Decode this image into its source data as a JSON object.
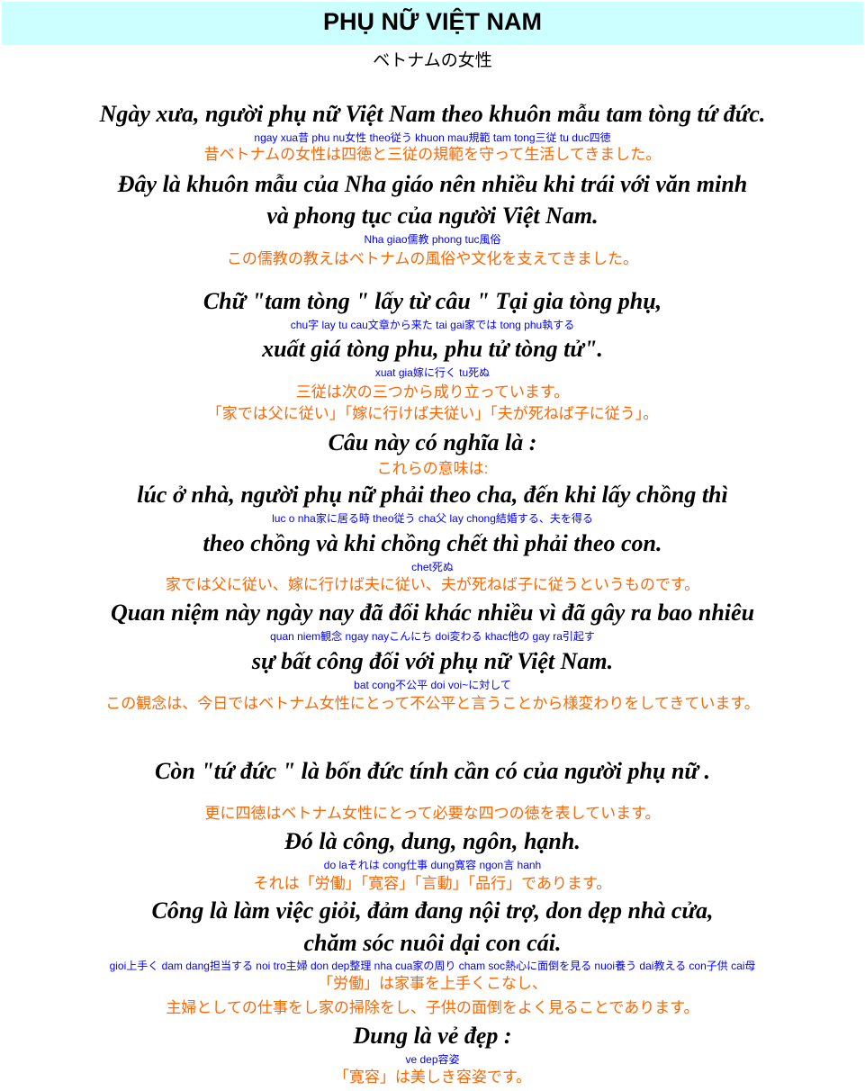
{
  "title": "PHỤ NỮ VIỆT NAM",
  "subtitle": "ベトナムの女性",
  "lines": [
    "Ngày xưa, người phụ nữ Việt Nam theo khuôn mẫu tam tòng tứ đức.",
    "ngay xua昔   phu nu女性   theo従う   khuon mau規範   tam tong三従   tu duc四徳",
    "昔ベトナムの女性は四徳と三従の規範を守って生活してきました。",
    "Đây là khuôn mẫu của Nha giáo nên nhiều khi trái với văn minh",
    "và phong tục của người Việt Nam.",
    "Nha giao儒教   phong tuc風俗",
    "この儒教の教えはベトナムの風俗や文化を支えてきました。",
    "Chữ \"tam tòng \" lấy từ câu \" Tại gia tòng phụ,",
    "chu字   lay tu cau文章から来た   tai gai家では   tong phu執する",
    "xuất giá tòng phu, phu tử tòng tử\".",
    "xuat gia嫁に行く   tu死ぬ",
    "三従は次の三つから成り立っています。",
    "「家では父に従い」「嫁に行けば夫従い」「夫が死ねば子に従う」。",
    "Câu này có nghĩa là :",
    "これらの意味は:",
    "lúc ở nhà, người phụ nữ phải theo cha, đến khi lấy chồng thì",
    "luc o nha家に居る時     theo従う   cha父   lay chong結婚する、夫を得る",
    "theo chồng và khi chồng chết thì phải theo con.",
    "chet死ぬ",
    "家では父に従い、嫁に行けば夫に従い、夫が死ねば子に従うというものです。",
    "Quan niệm này ngày nay đã đổi khác nhiều vì đã gây ra bao nhiêu",
    "quan niem観念   ngay nayこんにち   doi変わる   khac他の   gay ra引起す",
    "sự bất công đối với phụ nữ Việt Nam.",
    "bat cong不公平   doi voi~に対して",
    "この観念は、今日ではベトナム女性にとって不公平と言うことから様変わりをしてきています。",
    "Còn \"tứ đức \" là bốn đức tính cần có của người phụ nữ .",
    "更に四徳はベトナム女性にとって必要な四つの徳を表しています。",
    "Đó là công, dung, ngôn, hạnh.",
    "do laそれは   cong仕事   dung寛容   ngon言   hanh",
    "それは「労働」「寛容」「言動」「品行」であります。",
    "Công là làm việc giỏi, đảm đang nội trợ, don dẹp nhà cửa,",
    "chăm sóc nuôi dại con cái.",
    "gioi上手く   dam dang担当する   noi tro主婦   don dep整理   nha cua家の周り   cham soc熱心に面倒を見る   nuoi養う   dai教える   con子供   cai母",
    "「労働」は家事を上手くこなし、",
    "主婦としての仕事をし家の掃除をし、子供の面倒をよく見ることであります。",
    "Dung là vẻ đẹp :",
    "ve dep容姿",
    "「寛容」は美しき容姿です。"
  ]
}
